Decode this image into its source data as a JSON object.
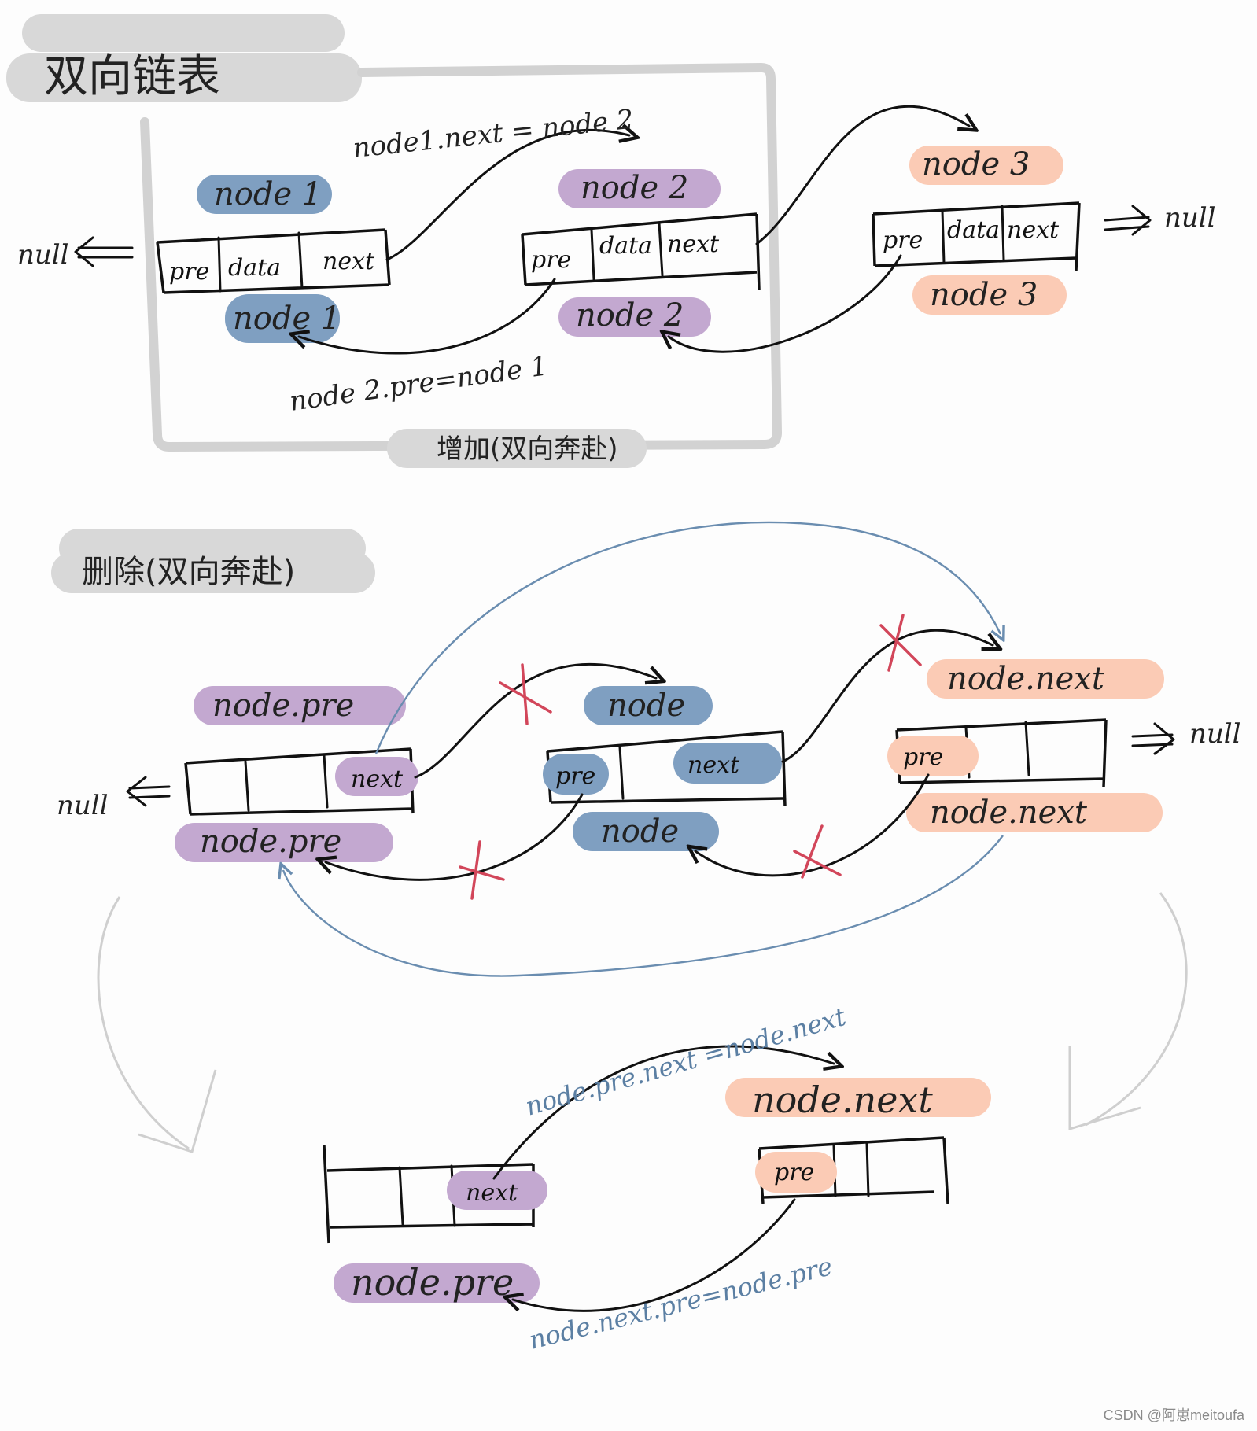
{
  "title": "双向链表",
  "section_add_label": "增加(双向奔赴)",
  "section_delete_label": "删除(双向奔赴)",
  "null": "null",
  "null_left_add": "null",
  "null_left_del": "null",
  "colors": {
    "blue": "#7f9fc1",
    "purple": "#c3a8d0",
    "peach": "#fbcbb5",
    "grey": "#d8d8d8",
    "x_red": "#d2465a",
    "blue_ink": "#5b7fa3"
  },
  "add": {
    "node1_top": "node 1",
    "node1_bottom": "node 1",
    "node2_top": "node 2",
    "node2_bottom": "node 2",
    "node3_top": "node 3",
    "node3_bottom": "node 3",
    "cells1": [
      "pre",
      "data",
      "next"
    ],
    "cells2": [
      "pre",
      "data",
      "next"
    ],
    "cells3": [
      "pre",
      "data",
      "next"
    ],
    "label_next": "node1.next = node 2",
    "label_pre": "node 2.pre=node 1"
  },
  "del": {
    "pre_top": "node.pre",
    "pre_bottom": "node.pre",
    "node_top": "node",
    "node_bottom": "node",
    "next_top": "node.next",
    "next_bottom": "node.next",
    "cell_next": "next",
    "cell_pre": "pre",
    "cell_next2": "next",
    "cell_pre3": "pre"
  },
  "result": {
    "pre_label": "node.pre",
    "next_label": "node.next",
    "cell_next": "next",
    "cell_pre": "pre",
    "label_next": "node.pre.next =node.next",
    "label_pre": "node.next.pre=node.pre"
  },
  "watermark": "CSDN @阿崽meitoufa"
}
